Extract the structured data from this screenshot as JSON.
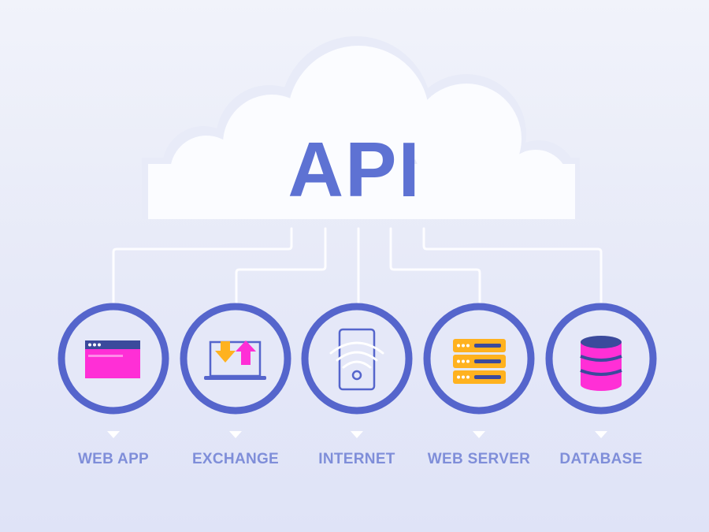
{
  "title": "API",
  "colors": {
    "accent": "#5e72d3",
    "ring": "#5565cc",
    "magenta": "#ff2fd6",
    "orange": "#ffb21f",
    "label": "#7f8ed9"
  },
  "nodes": [
    {
      "label": "WEB APP",
      "icon": "browser-window-icon"
    },
    {
      "label": "EXCHANGE",
      "icon": "laptop-exchange-icon"
    },
    {
      "label": "INTERNET",
      "icon": "phone-wifi-icon"
    },
    {
      "label": "WEB SERVER",
      "icon": "server-stack-icon"
    },
    {
      "label": "DATABASE",
      "icon": "database-icon"
    }
  ]
}
